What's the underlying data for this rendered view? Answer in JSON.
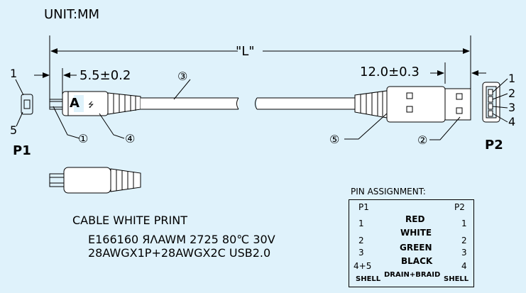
{
  "unit_label": "UNIT:MM",
  "length_label": "\"L\"",
  "dim_left": "5.5±0.2",
  "dim_right": "12.0±0.3",
  "callouts": [
    "①",
    "②",
    "③",
    "④",
    "⑤"
  ],
  "p1": {
    "title": "P1",
    "pin_top": "1",
    "pin_bottom": "5"
  },
  "p2": {
    "title": "P2",
    "pins": [
      "1",
      "2",
      "3",
      "4"
    ]
  },
  "plug_left_letter": "A",
  "cable_print": {
    "heading": "CABLE WHITE PRINT",
    "line1": "E166160 ЯɅAWM 2725 80℃ 30V",
    "line2": "28AWGX1P+28AWGX2C USB2.0"
  },
  "pin_assignment": {
    "title": "PIN ASSIGNMENT:",
    "col_left": "P1",
    "col_right": "P2",
    "rows": [
      {
        "left": "1",
        "name": "RED",
        "right": "1"
      },
      {
        "left": "2",
        "name": "WHITE",
        "right": "2"
      },
      {
        "left": "3",
        "name": "GREEN",
        "right": "3"
      },
      {
        "left": "4+5",
        "name": "BLACK",
        "right": "4"
      }
    ],
    "shell_left": "SHELL",
    "shell_name": "DRAIN+BRAID",
    "shell_right": "SHELL"
  }
}
